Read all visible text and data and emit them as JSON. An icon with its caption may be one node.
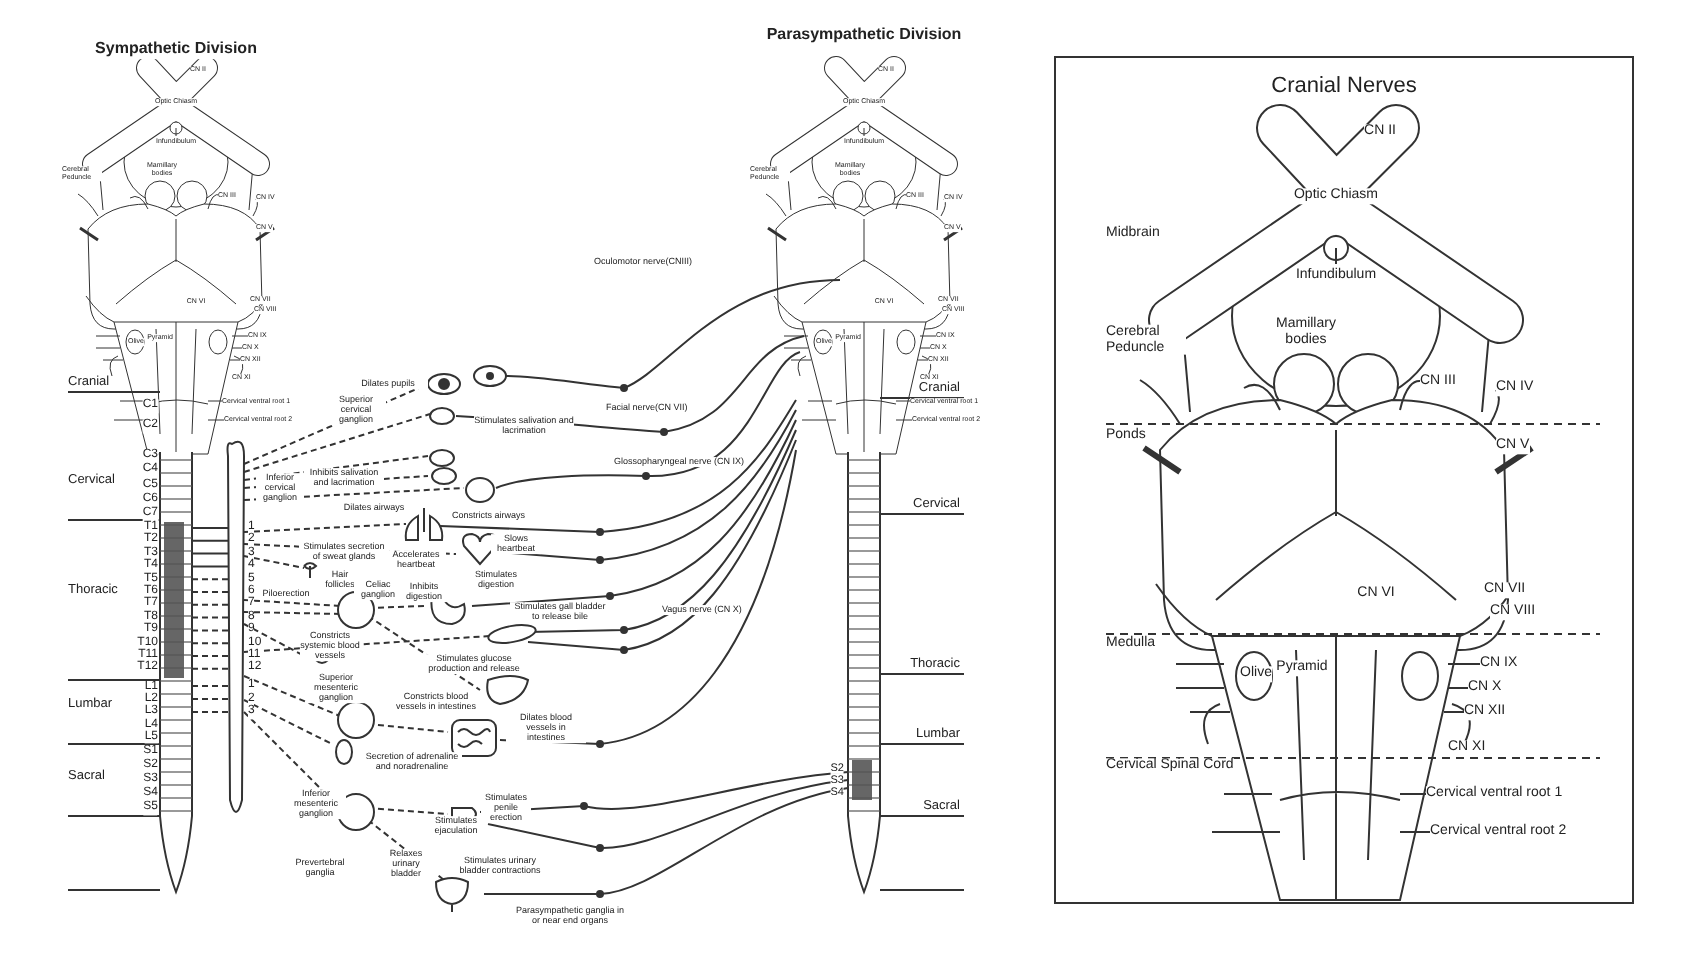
{
  "diagram": {
    "nodes": [
      {
        "text": [
          "Cranial Nerves"
        ]
      }
    ],
    "labels": [
      "Sympathetic Division",
      "CN II",
      "Optic Chiasm",
      "Infundibulum",
      "Cerebral Peduncle",
      "Mamillary bodies",
      "CN III",
      "CN IV",
      "CN V",
      "CN VI",
      "CN VII",
      "CN VIII",
      "Olive",
      "Pyramid",
      "CN IX",
      "CN X",
      "CN XII",
      "CN XI",
      "Cervical ventral root 1",
      "Cervical ventral root 2",
      "Cranial",
      "C1",
      "C2",
      "Cervical",
      "C3",
      "C4",
      "C5",
      "C6",
      "C7",
      "Thoracic",
      "T1",
      "T2",
      "T3",
      "T4",
      "T5",
      "T6",
      "T7",
      "T8",
      "T9",
      "T10",
      "T11",
      "T12",
      "Lumbar",
      "L1",
      "L2",
      "L3",
      "L4",
      "L5",
      "Sacral",
      "S1",
      "S2",
      "S3",
      "S4",
      "S5",
      "1",
      "2",
      "3",
      "4",
      "5",
      "6",
      "7",
      "8",
      "9",
      "10",
      "11",
      "12",
      "1",
      "2",
      "3",
      "Superior cervical ganglion",
      "Dilates pupils",
      "Inhibits salivation and lacrimation",
      "Inferior cervical ganglion",
      "Dilates airways",
      "Stimulates secretion of sweat glands",
      "Accelerates heartbeat",
      "Hair follicles",
      "Piloerection",
      "Celiac ganglion",
      "Inhibits digestion",
      "Constricts systemic blood vessels",
      "Stimulates glucose production and release",
      "Superior mesenteric ganglion",
      "Constricts blood vessels in intestines",
      "Secretion of adrenaline and noradrenaline",
      "Inferior mesenteric ganglion",
      "Stimulates ejaculation",
      "Prevertebral ganglia",
      "Relaxes urinary bladder",
      "Parasympathetic Division",
      "CN II",
      "Optic Chiasm",
      "Infundibulum",
      "Cerebral Peduncle",
      "Mamillary bodies",
      "CN III",
      "CN IV",
      "CN V",
      "CN VI",
      "CN VII",
      "CN VIII",
      "Olive",
      "Pyramid",
      "CN IX",
      "CN X",
      "CN XII",
      "CN XI",
      "Cervical ventral root 1",
      "Cervical ventral root 2",
      "Oculomotor nerve(CNIII)",
      "Facial nerve(CN VII)",
      "Stimulates salivation and lacrimation",
      "Glossopharyngeal nerve (CN IX)",
      "Constricts airways",
      "Slows heartbeat",
      "Stimulates digestion",
      "Stimulates gall bladder to release bile",
      "Vagus nerve (CN X)",
      "Dilates blood vessels in intestines",
      "Stimulates penile erection",
      "Stimulates urinary bladder contractions",
      "Parasympathetic ganglia in or near end organs",
      "Cranial",
      "Cervical",
      "Thoracic",
      "Lumbar",
      "Sacral",
      "S2",
      "S3",
      "S4",
      "CN II",
      "Optic Chiasm",
      "Midbrain",
      "Infundibulum",
      "Cerebral Peduncle",
      "Mamillary bodies",
      "CN III",
      "CN IV",
      "Ponds",
      "CN V",
      "CN VI",
      "CN VII",
      "CN VIII",
      "Medulla",
      "Olive",
      "Pyramid",
      "CN IX",
      "CN X",
      "CN XII",
      "CN XI",
      "Cervical Spinal Cord",
      "Cervical ventral root 1",
      "Cervical ventral root 2"
    ]
  }
}
